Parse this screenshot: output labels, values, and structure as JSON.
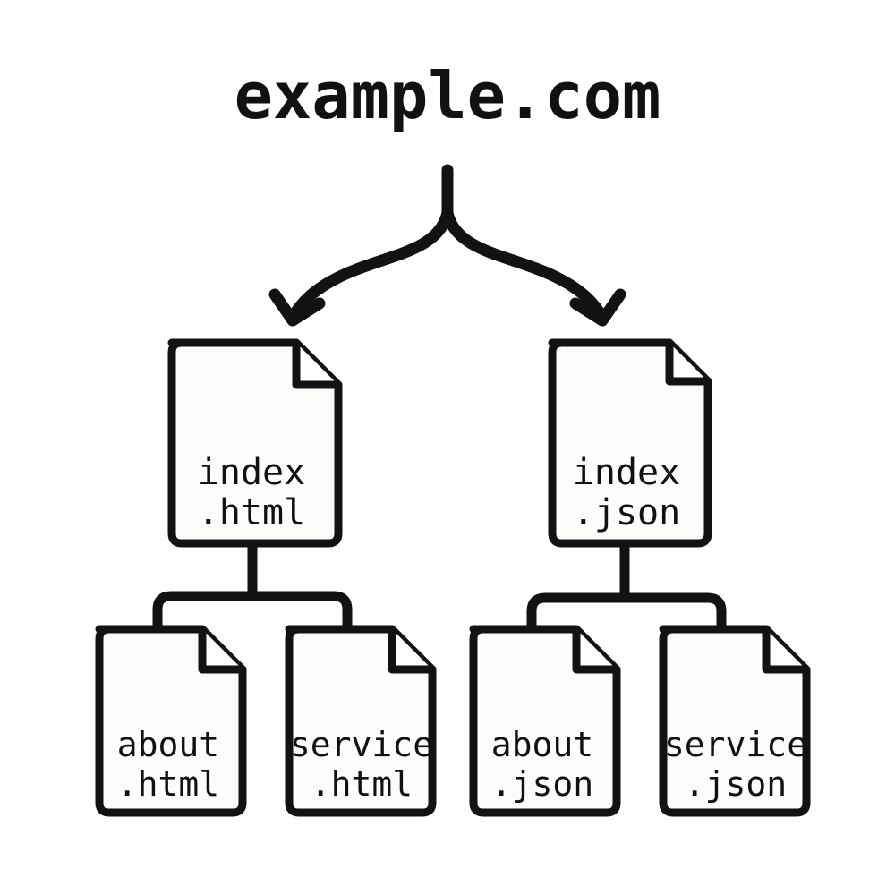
{
  "diagram": {
    "title": "example.com",
    "kind": "site-file-tree",
    "colors": {
      "background": "#ffffff",
      "stroke": "#121212",
      "card_fill": "#fcfcfa",
      "text": "#111111"
    },
    "branches": [
      {
        "id": "html-branch",
        "root": {
          "id": "index-html",
          "name_line1": "index",
          "name_line2": ".html"
        },
        "children": [
          {
            "id": "about-html",
            "name_line1": "about",
            "name_line2": ".html"
          },
          {
            "id": "service-html",
            "name_line1": "service",
            "name_line2": ".html"
          }
        ]
      },
      {
        "id": "json-branch",
        "root": {
          "id": "index-json",
          "name_line1": "index",
          "name_line2": ".json"
        },
        "children": [
          {
            "id": "about-json",
            "name_line1": "about",
            "name_line2": ".json"
          },
          {
            "id": "service-json",
            "name_line1": "service",
            "name_line2": ".json"
          }
        ]
      }
    ],
    "icons": {
      "document": "document-page-icon",
      "fork_arrow": "fork-arrow-icon"
    }
  }
}
